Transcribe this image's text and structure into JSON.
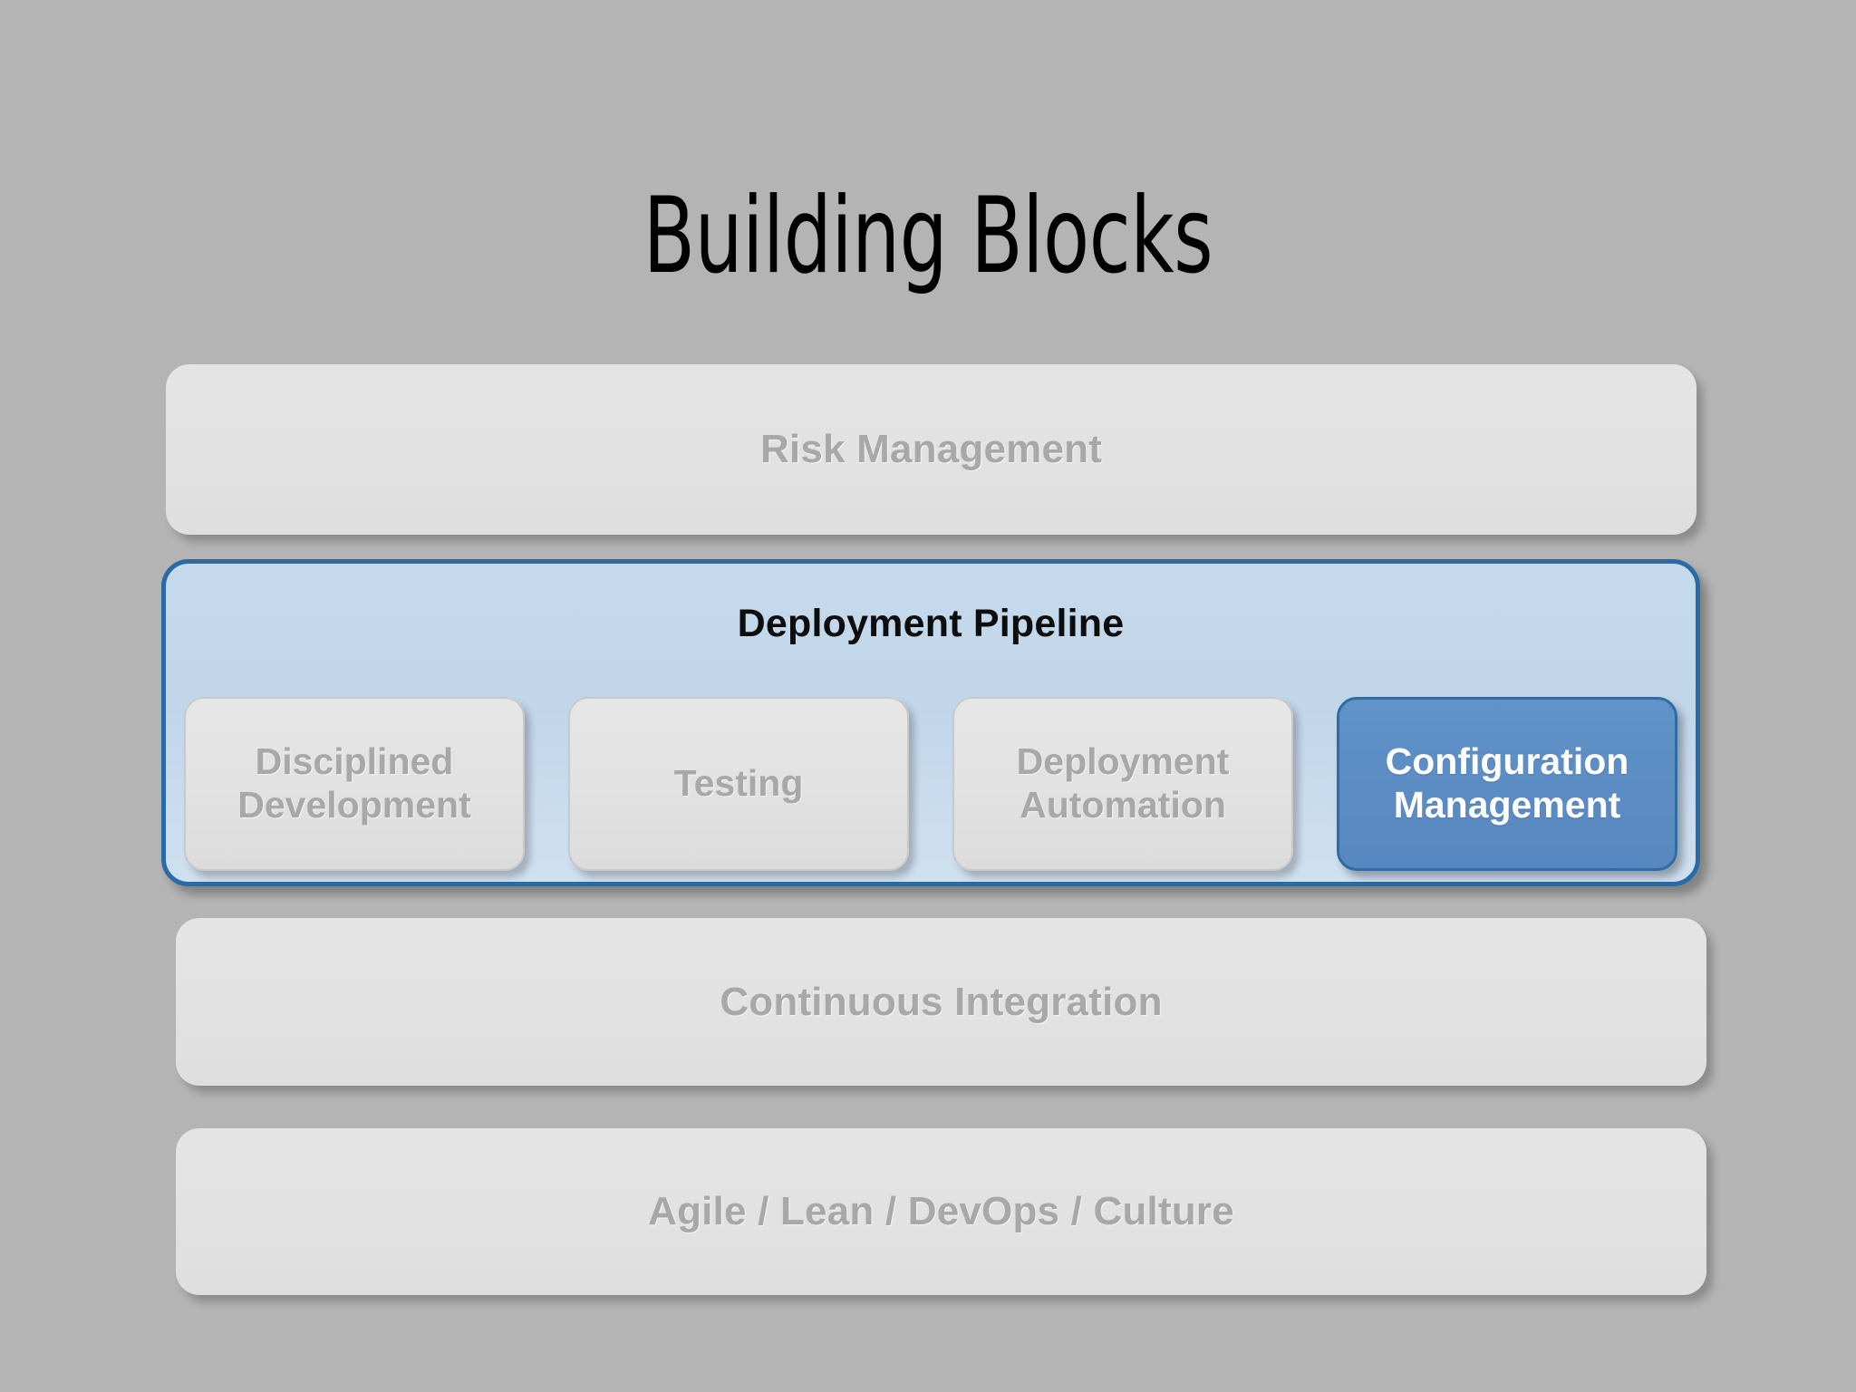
{
  "slide": {
    "title": "Building Blocks",
    "background_color": "#b4b4b4"
  },
  "layers": [
    {
      "id": "risk-management",
      "label": "Risk Management",
      "state": "dimmed",
      "text_color": "#a8a8a8",
      "fill_color": "#e2e2e2"
    },
    {
      "id": "deployment-pipeline",
      "label": "Deployment Pipeline",
      "state": "highlighted",
      "text_color": "#0d0d0d",
      "fill_color": "#c6daee",
      "border_color": "#2a6ba5",
      "items": [
        {
          "id": "disciplined-development",
          "line1": "Disciplined",
          "line2": "Development",
          "state": "dimmed",
          "text_color": "#a8a8a8",
          "fill_color": "#e2e2e2"
        },
        {
          "id": "testing",
          "line1": "Testing",
          "line2": "",
          "state": "dimmed",
          "text_color": "#a8a8a8",
          "fill_color": "#e2e2e2"
        },
        {
          "id": "deployment-automation",
          "line1": "Deployment",
          "line2": "Automation",
          "state": "dimmed",
          "text_color": "#a8a8a8",
          "fill_color": "#e2e2e2"
        },
        {
          "id": "configuration-management",
          "line1": "Configuration",
          "line2": "Management",
          "state": "selected",
          "text_color": "#ffffff",
          "fill_color": "#5b8dc4",
          "border_color": "#2e6ca3"
        }
      ]
    },
    {
      "id": "continuous-integration",
      "label": "Continuous Integration",
      "state": "dimmed",
      "text_color": "#a8a8a8",
      "fill_color": "#e2e2e2"
    },
    {
      "id": "agile-lean-devops-culture",
      "label": "Agile / Lean / DevOps / Culture",
      "state": "dimmed",
      "text_color": "#a8a8a8",
      "fill_color": "#e2e2e2"
    }
  ]
}
